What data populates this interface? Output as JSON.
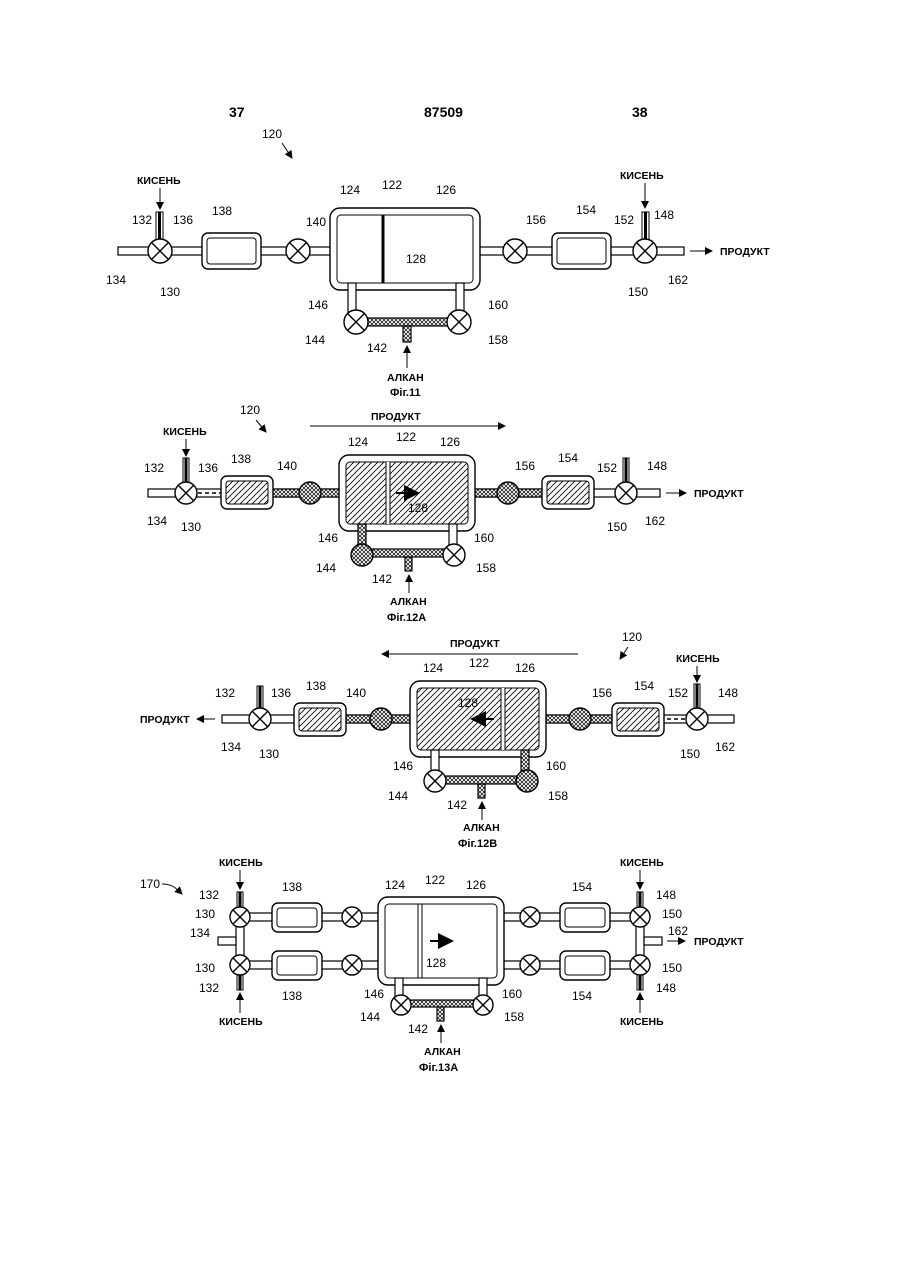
{
  "header": {
    "left_page": "37",
    "patent_number": "87509",
    "right_page": "38"
  },
  "words": {
    "oxygen": "КИСЕНЬ",
    "product": "ПРОДУКТ",
    "alkane": "АЛКАН"
  },
  "figures": [
    {
      "caption": "Фіг.11"
    },
    {
      "caption": "Фіг.12А"
    },
    {
      "caption": "Фіг.12В"
    },
    {
      "caption": "Фіг.13А"
    }
  ],
  "numerals": {
    "n120": "120",
    "n122": "122",
    "n124": "124",
    "n126": "126",
    "n128": "128",
    "n130": "130",
    "n132": "132",
    "n134": "134",
    "n136": "136",
    "n138": "138",
    "n140": "140",
    "n142": "142",
    "n144": "144",
    "n146": "146",
    "n148": "148",
    "n150": "150",
    "n152": "152",
    "n154": "154",
    "n156": "156",
    "n158": "158",
    "n160": "160",
    "n162": "162",
    "n170": "170"
  }
}
